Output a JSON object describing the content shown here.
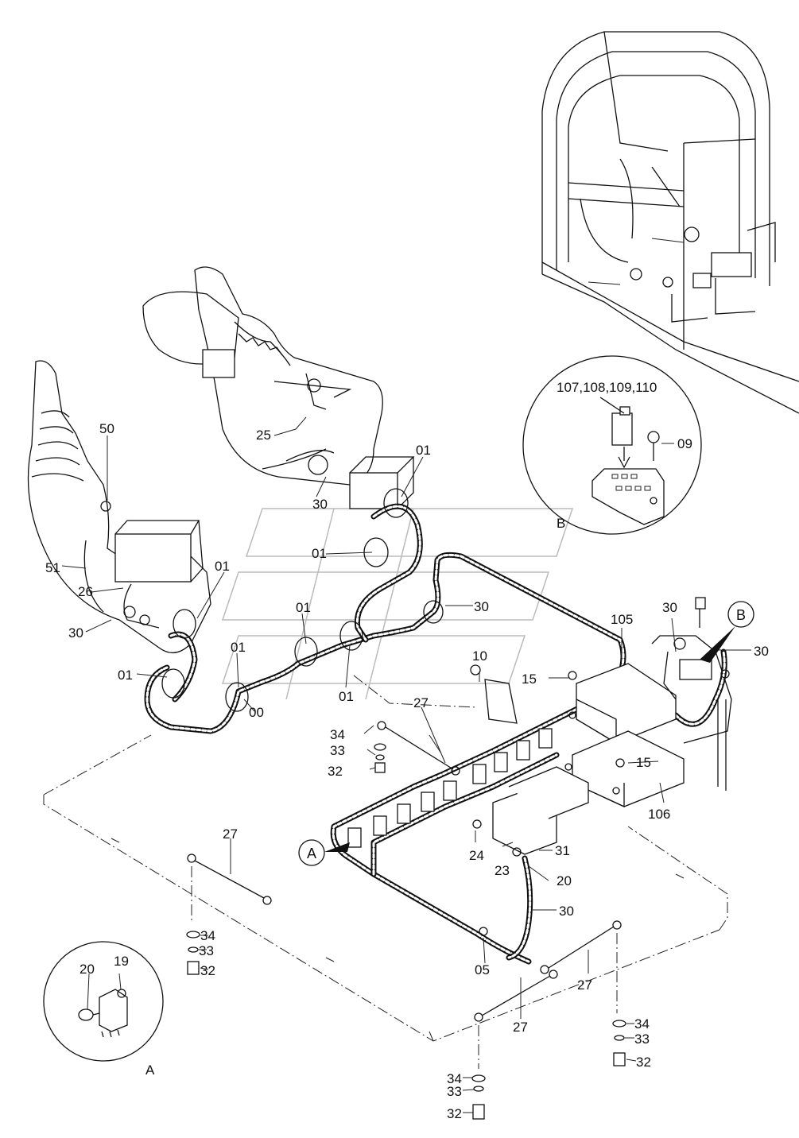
{
  "labels": {
    "p01": "01",
    "p05": "05",
    "p09": "09",
    "p10": "10",
    "p15": "15",
    "p19": "19",
    "p20": "20",
    "p23": "23",
    "p24": "24",
    "p25": "25",
    "p26": "26",
    "p27": "27",
    "p30": "30",
    "p31": "31",
    "p32": "32",
    "p33": "33",
    "p34": "34",
    "p50": "50",
    "p51": "51",
    "p00": "00",
    "p105": "105",
    "p106": "106",
    "fuse_group": "107,108,109,110"
  },
  "callouts": {
    "a": "A",
    "b": "B"
  }
}
